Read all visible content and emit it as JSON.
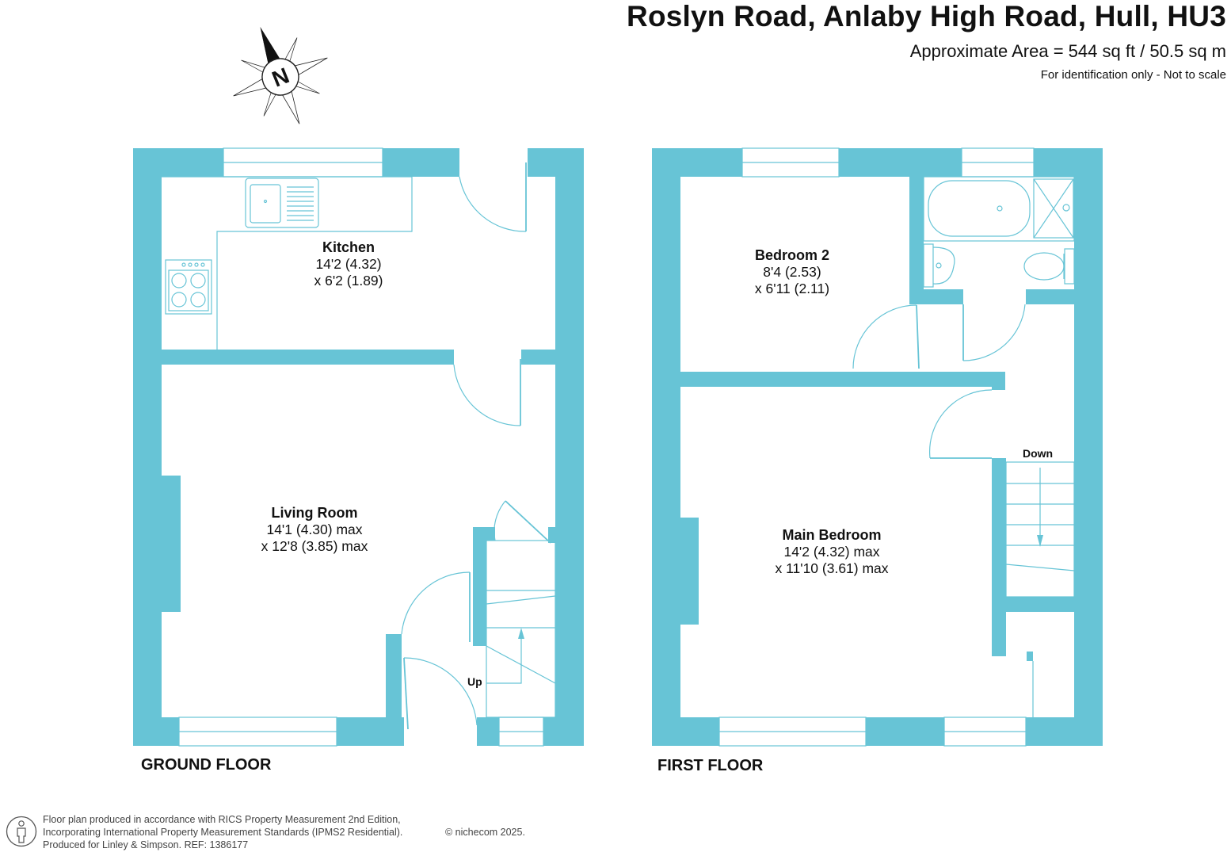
{
  "header": {
    "title": "Roslyn Road, Anlaby High Road, Hull, HU3",
    "area": "Approximate Area = 544 sq ft / 50.5 sq m",
    "note": "For identification only - Not to scale"
  },
  "compass": {
    "label": "N"
  },
  "ground_floor": {
    "label": "GROUND FLOOR",
    "stairs_label": "Up",
    "rooms": {
      "kitchen": {
        "name": "Kitchen",
        "dim1": "14'2 (4.32)",
        "dim2": "x 6'2 (1.89)"
      },
      "living_room": {
        "name": "Living Room",
        "dim1": "14'1 (4.30) max",
        "dim2": "x 12'8 (3.85) max"
      }
    }
  },
  "first_floor": {
    "label": "FIRST FLOOR",
    "stairs_label": "Down",
    "rooms": {
      "bedroom_2": {
        "name": "Bedroom 2",
        "dim1": "8'4 (2.53)",
        "dim2": "x 6'11 (2.11)"
      },
      "main_bedroom": {
        "name": "Main Bedroom",
        "dim1": "14'2 (4.32) max",
        "dim2": "x 11'10 (3.61) max"
      }
    }
  },
  "footer": {
    "line1": "Floor plan produced in accordance with RICS Property Measurement 2nd Edition,",
    "line2": "Incorporating International Property Measurement Standards (IPMS2 Residential).",
    "line3": "Produced for Linley & Simpson.   REF:  1386177",
    "copyright": "© nichecom 2025."
  },
  "colors": {
    "wall": "#67c4d6",
    "text": "#111111"
  }
}
